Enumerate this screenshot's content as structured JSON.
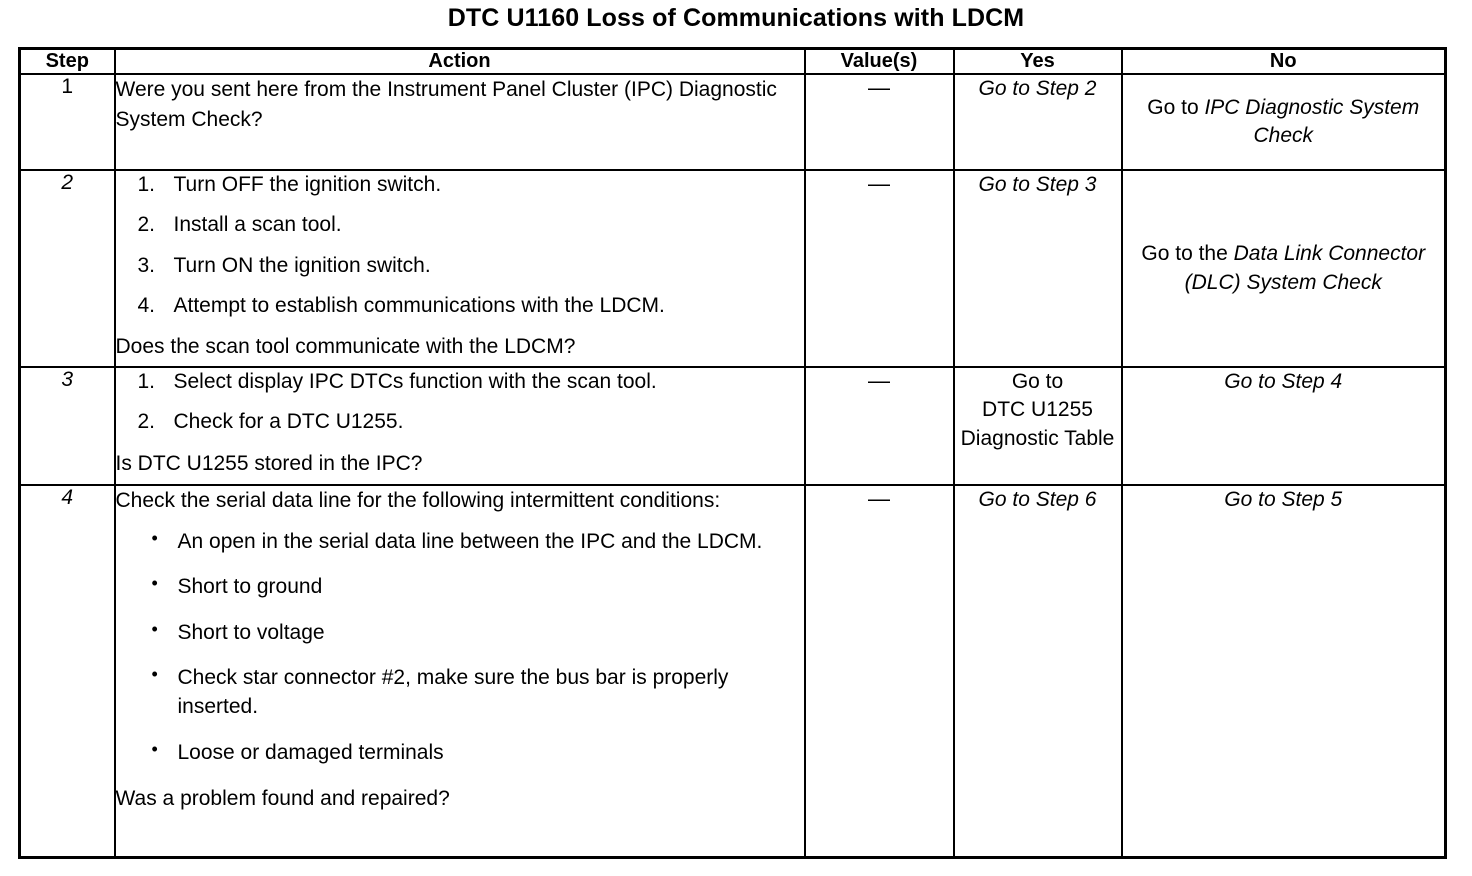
{
  "document": {
    "title": "DTC U1160 Loss of Communications with LDCM"
  },
  "table": {
    "headers": {
      "step": "Step",
      "action": "Action",
      "value": "Value(s)",
      "yes": "Yes",
      "no": "No"
    },
    "rows": [
      {
        "step": "1",
        "step_italic": false,
        "action": {
          "lead": "Were you sent here from the Instrument Panel Cluster (IPC) Diagnostic System Check?",
          "numbered": [],
          "bullets": [],
          "trailer": ""
        },
        "value": "—",
        "yes": "Go to Step 2",
        "no_prefix": "Go to ",
        "no_italic": "IPC Diagnostic System Check"
      },
      {
        "step": "2",
        "step_italic": true,
        "action": {
          "lead": "",
          "numbered": [
            {
              "num": "1.",
              "text": "Turn OFF the ignition switch."
            },
            {
              "num": "2.",
              "text": "Install a scan tool."
            },
            {
              "num": "3.",
              "text": "Turn ON the ignition switch."
            },
            {
              "num": "4.",
              "text": "Attempt to establish communications with the LDCM."
            }
          ],
          "bullets": [],
          "trailer": "Does the scan tool communicate with the LDCM?"
        },
        "value": "—",
        "yes": "Go to Step 3",
        "no_prefix": "Go to the ",
        "no_italic": "Data Link Connector (DLC) System Check"
      },
      {
        "step": "3",
        "step_italic": true,
        "action": {
          "lead": "",
          "numbered": [
            {
              "num": "1.",
              "text": "Select display IPC DTCs function with the scan tool."
            },
            {
              "num": "2.",
              "text": "Check for a DTC U1255."
            }
          ],
          "bullets": [],
          "trailer": "Is DTC U1255 stored in the IPC?"
        },
        "value": "—",
        "yes": "Go to\nDTC U1255\nDiagnostic Table",
        "yes_line1": "Go to",
        "yes_line2": "DTC U1255",
        "yes_line3": "Diagnostic Table",
        "no": "Go to Step 4"
      },
      {
        "step": "4",
        "step_italic": true,
        "action": {
          "lead": "Check the serial data line for the following intermittent conditions:",
          "numbered": [],
          "bullets": [
            "An open in the serial data line between the IPC and the LDCM.",
            "Short to ground",
            "Short to voltage",
            "Check star connector #2, make sure the bus bar is properly inserted.",
            "Loose or damaged terminals"
          ],
          "trailer": "Was a problem found and repaired?"
        },
        "value": "—",
        "yes": "Go to Step 6",
        "no": "Go to Step 5"
      }
    ],
    "bullet_glyph": "•"
  }
}
